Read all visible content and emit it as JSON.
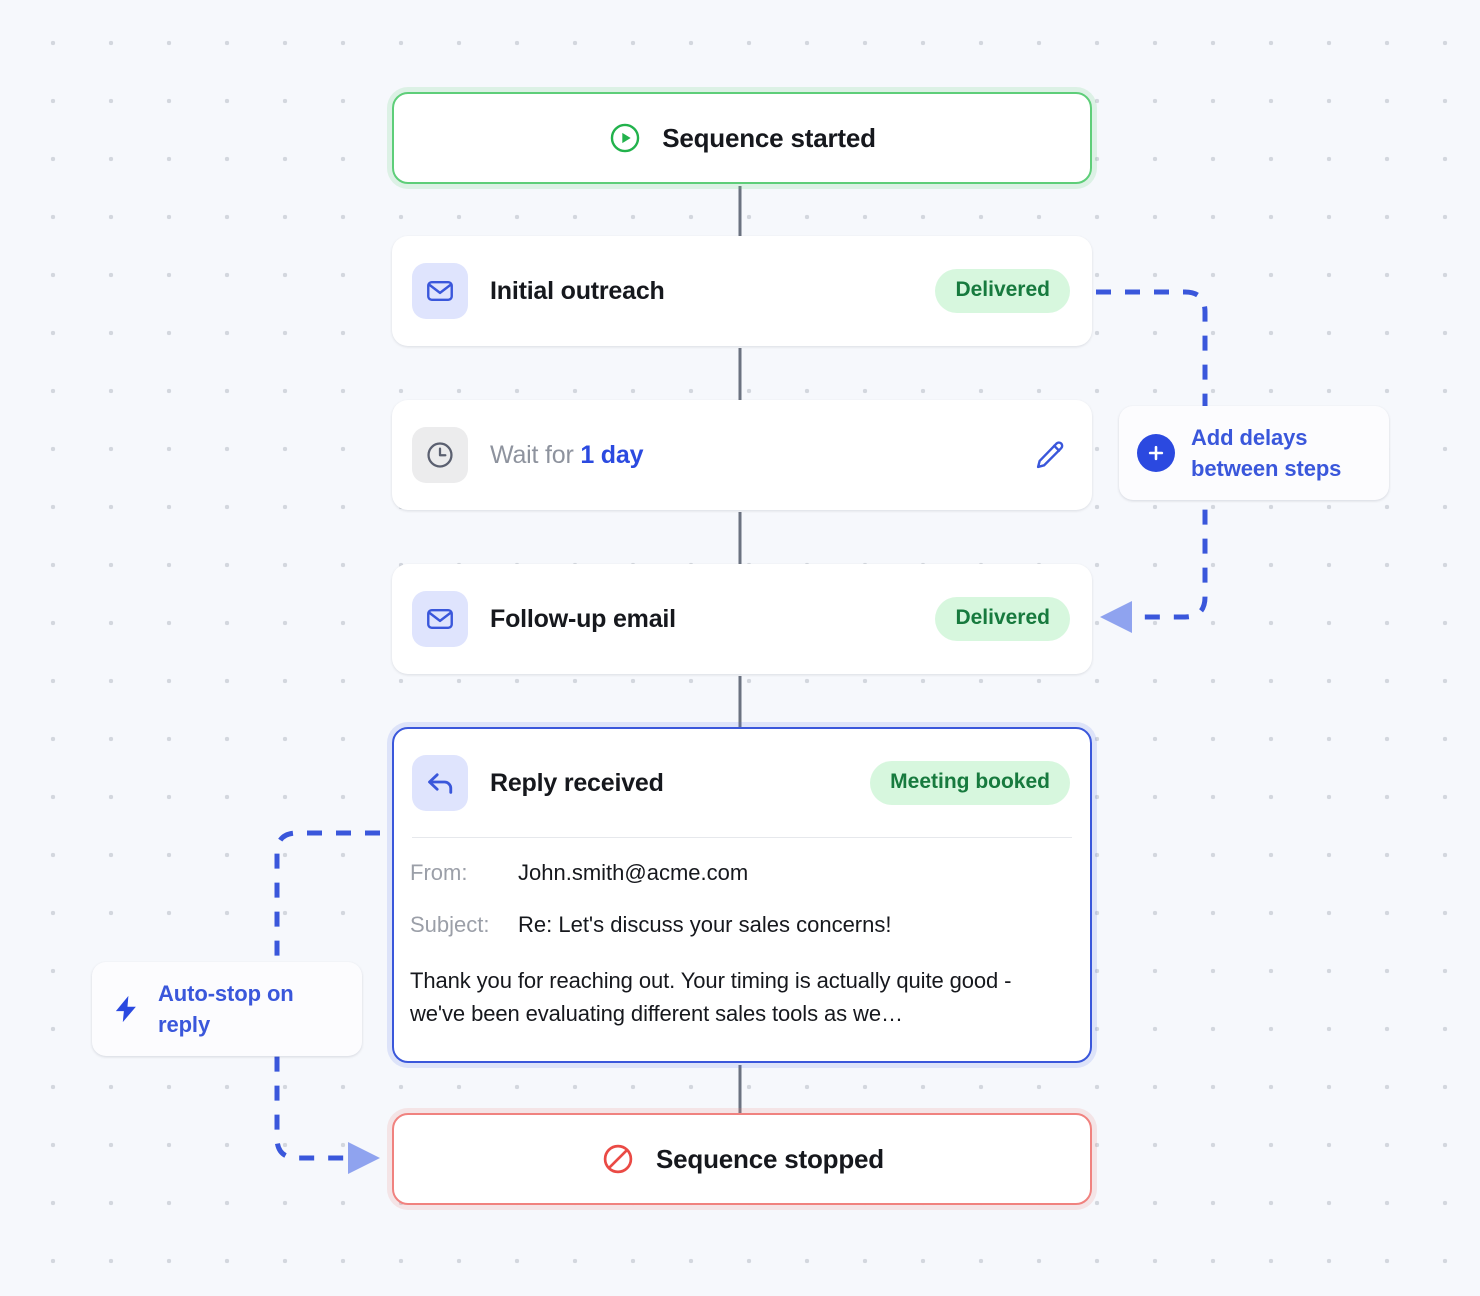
{
  "canvas": {
    "background_color": "#f6f8fc",
    "dot_color": "#d3d7de"
  },
  "flow": {
    "start_node": {
      "label": "Sequence started",
      "icon": "play-circle-icon",
      "border_color": "#5ece79"
    },
    "steps": [
      {
        "id": "initial-outreach",
        "icon": "envelope-icon",
        "title": "Initial outreach",
        "badge": "Delivered",
        "badge_bg": "#d7f7de",
        "badge_color": "#177a3e"
      },
      {
        "id": "wait",
        "icon": "clock-icon",
        "title_prefix": "Wait for ",
        "title_value": "1 day",
        "action_icon": "pencil-edit-icon"
      },
      {
        "id": "follow-up-email",
        "icon": "envelope-icon",
        "title": "Follow-up email",
        "badge": "Delivered",
        "badge_bg": "#d7f7de",
        "badge_color": "#177a3e"
      }
    ],
    "reply_node": {
      "icon": "reply-arrow-icon",
      "title": "Reply received",
      "badge": "Meeting booked",
      "badge_bg": "#d7f7de",
      "badge_color": "#177a3e",
      "border_color": "#3a57db",
      "fields": [
        {
          "key": "From:",
          "value": "John.smith@acme.com"
        },
        {
          "key": "Subject:",
          "value": "Re: Let's discuss your sales concerns!"
        }
      ],
      "preview": "Thank you for reaching out. Your timing is actually quite good - we've been evaluating different sales tools as we…"
    },
    "stop_node": {
      "label": "Sequence stopped",
      "icon": "no-entry-icon",
      "border_color": "#f0827f"
    }
  },
  "annotations": [
    {
      "id": "add-delays",
      "icon": "plus-circle-icon",
      "line1": "Add delays",
      "line2": "between steps",
      "accent": "#3a57db"
    },
    {
      "id": "auto-stop",
      "icon": "lightning-bolt-icon",
      "line1": "Auto-stop on",
      "line2": "reply",
      "accent": "#3a57db"
    }
  ],
  "edges": {
    "connector_color": "#6b7280",
    "dashed_color": "#3a57db",
    "dashed_color_light": "#8fa3ef"
  }
}
